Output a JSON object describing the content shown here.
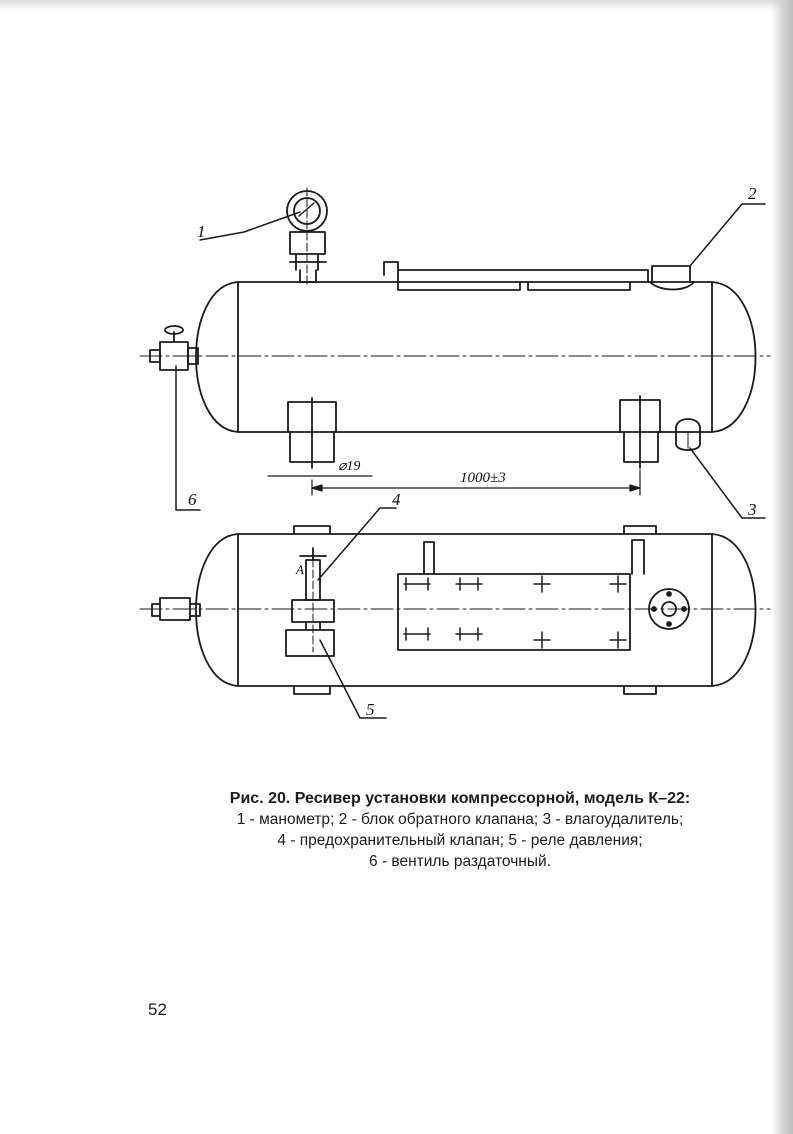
{
  "figure": {
    "callouts": [
      "1",
      "2",
      "3",
      "4",
      "5",
      "6"
    ],
    "section_mark": "А",
    "dimension_diameter": "⌀19",
    "dimension_length": "1000±3"
  },
  "caption": {
    "title": "Рис. 20. Ресивер установки компрессорной, модель К–22:",
    "lines": [
      "1 - манометр; 2 - блок обратного клапана; 3 - влагоудалитель;",
      "4 - предохранительный клапан; 5 - реле давления;",
      "6 - вентиль раздаточный."
    ]
  },
  "page_number": "52"
}
